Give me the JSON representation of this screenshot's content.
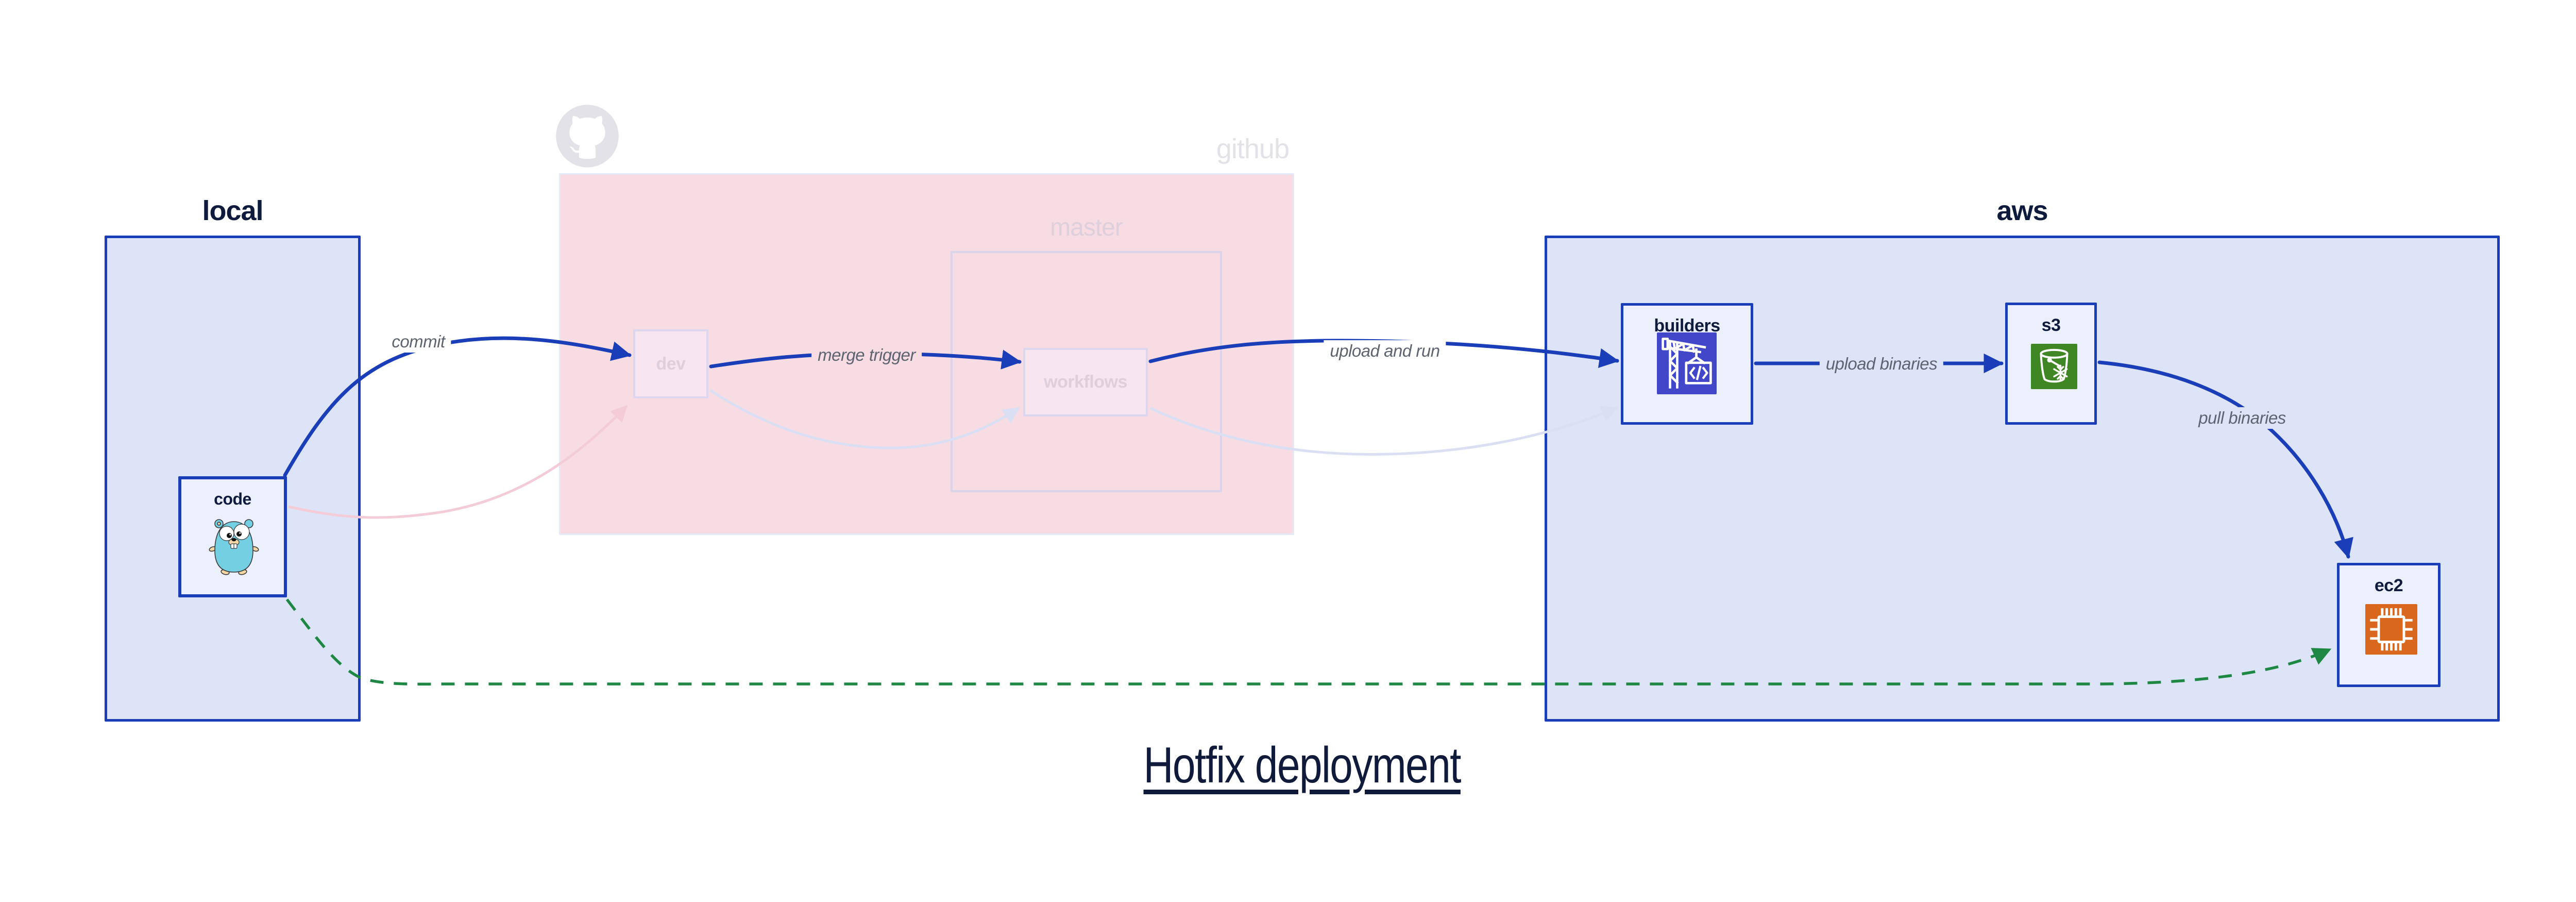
{
  "title": "Hotfix deployment",
  "groups": {
    "local": {
      "label": "local"
    },
    "github": {
      "label": "github"
    },
    "master": {
      "label": "master"
    },
    "aws": {
      "label": "aws"
    }
  },
  "nodes": {
    "code": {
      "label": "code",
      "icon": "go-gopher-icon"
    },
    "dev": {
      "label": "dev"
    },
    "workflows": {
      "label": "workflows"
    },
    "builders": {
      "label": "builders",
      "icon": "codebuild-crane-icon"
    },
    "s3": {
      "label": "s3",
      "icon": "s3-glacier-bucket-icon"
    },
    "ec2": {
      "label": "ec2",
      "icon": "ec2-chip-icon"
    }
  },
  "edges": {
    "commit": {
      "label": "commit",
      "from": "code",
      "to": "dev",
      "style": "solid-blue"
    },
    "code_to_dev_faded": {
      "label": "",
      "from": "code",
      "to": "dev",
      "style": "faded-pink"
    },
    "merge_trigger": {
      "label": "merge trigger",
      "from": "dev",
      "to": "workflows",
      "style": "solid-blue"
    },
    "dev_to_workflows_faded": {
      "label": "",
      "from": "dev",
      "to": "workflows",
      "style": "faded-lavender"
    },
    "upload_and_run": {
      "label": "upload and run",
      "from": "workflows",
      "to": "builders",
      "style": "solid-blue"
    },
    "workflows_to_builders_faded": {
      "label": "",
      "from": "workflows",
      "to": "builders",
      "style": "faded-lavender"
    },
    "upload_binaries": {
      "label": "upload binaries",
      "from": "builders",
      "to": "s3",
      "style": "solid-blue"
    },
    "pull_binaries": {
      "label": "pull binaries",
      "from": "s3",
      "to": "ec2",
      "style": "solid-blue"
    },
    "hotfix_path": {
      "label": "",
      "from": "code",
      "to": "ec2",
      "style": "dashed-green"
    }
  },
  "colors": {
    "accent_blue": "#1a3db8",
    "dark_navy": "#0f1b3d",
    "container_blue_fill": "#dde4f8",
    "node_blue_fill": "#ecf0fc",
    "github_pink_fill": "#f8dce4",
    "github_border": "#e4e9f8",
    "master_border": "#d9d4ea",
    "faded_node_fill": "#f7e5ef",
    "faded_node_border": "#dcd7ef",
    "faded_text_pink": "#ddcfdc",
    "faded_text_gray": "#e2e2e8",
    "edge_label_gray": "#5d6470",
    "green": "#1e8743",
    "pink_arrow": "#f4ccd8",
    "lavender_arrow": "#dadff3",
    "builders_icon_bg": "#4247c9",
    "s3_icon_bg": "#3f8624",
    "ec2_icon_bg": "#d9671d",
    "gopher_teal": "#74cfe3",
    "gopher_tan": "#f2d5a2",
    "title_navy": "#101b3c"
  }
}
